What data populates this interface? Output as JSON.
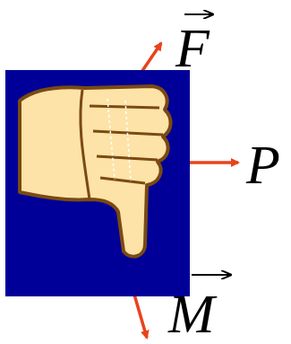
{
  "diagram": {
    "labels": [
      "F",
      "P",
      "M"
    ]
  }
}
